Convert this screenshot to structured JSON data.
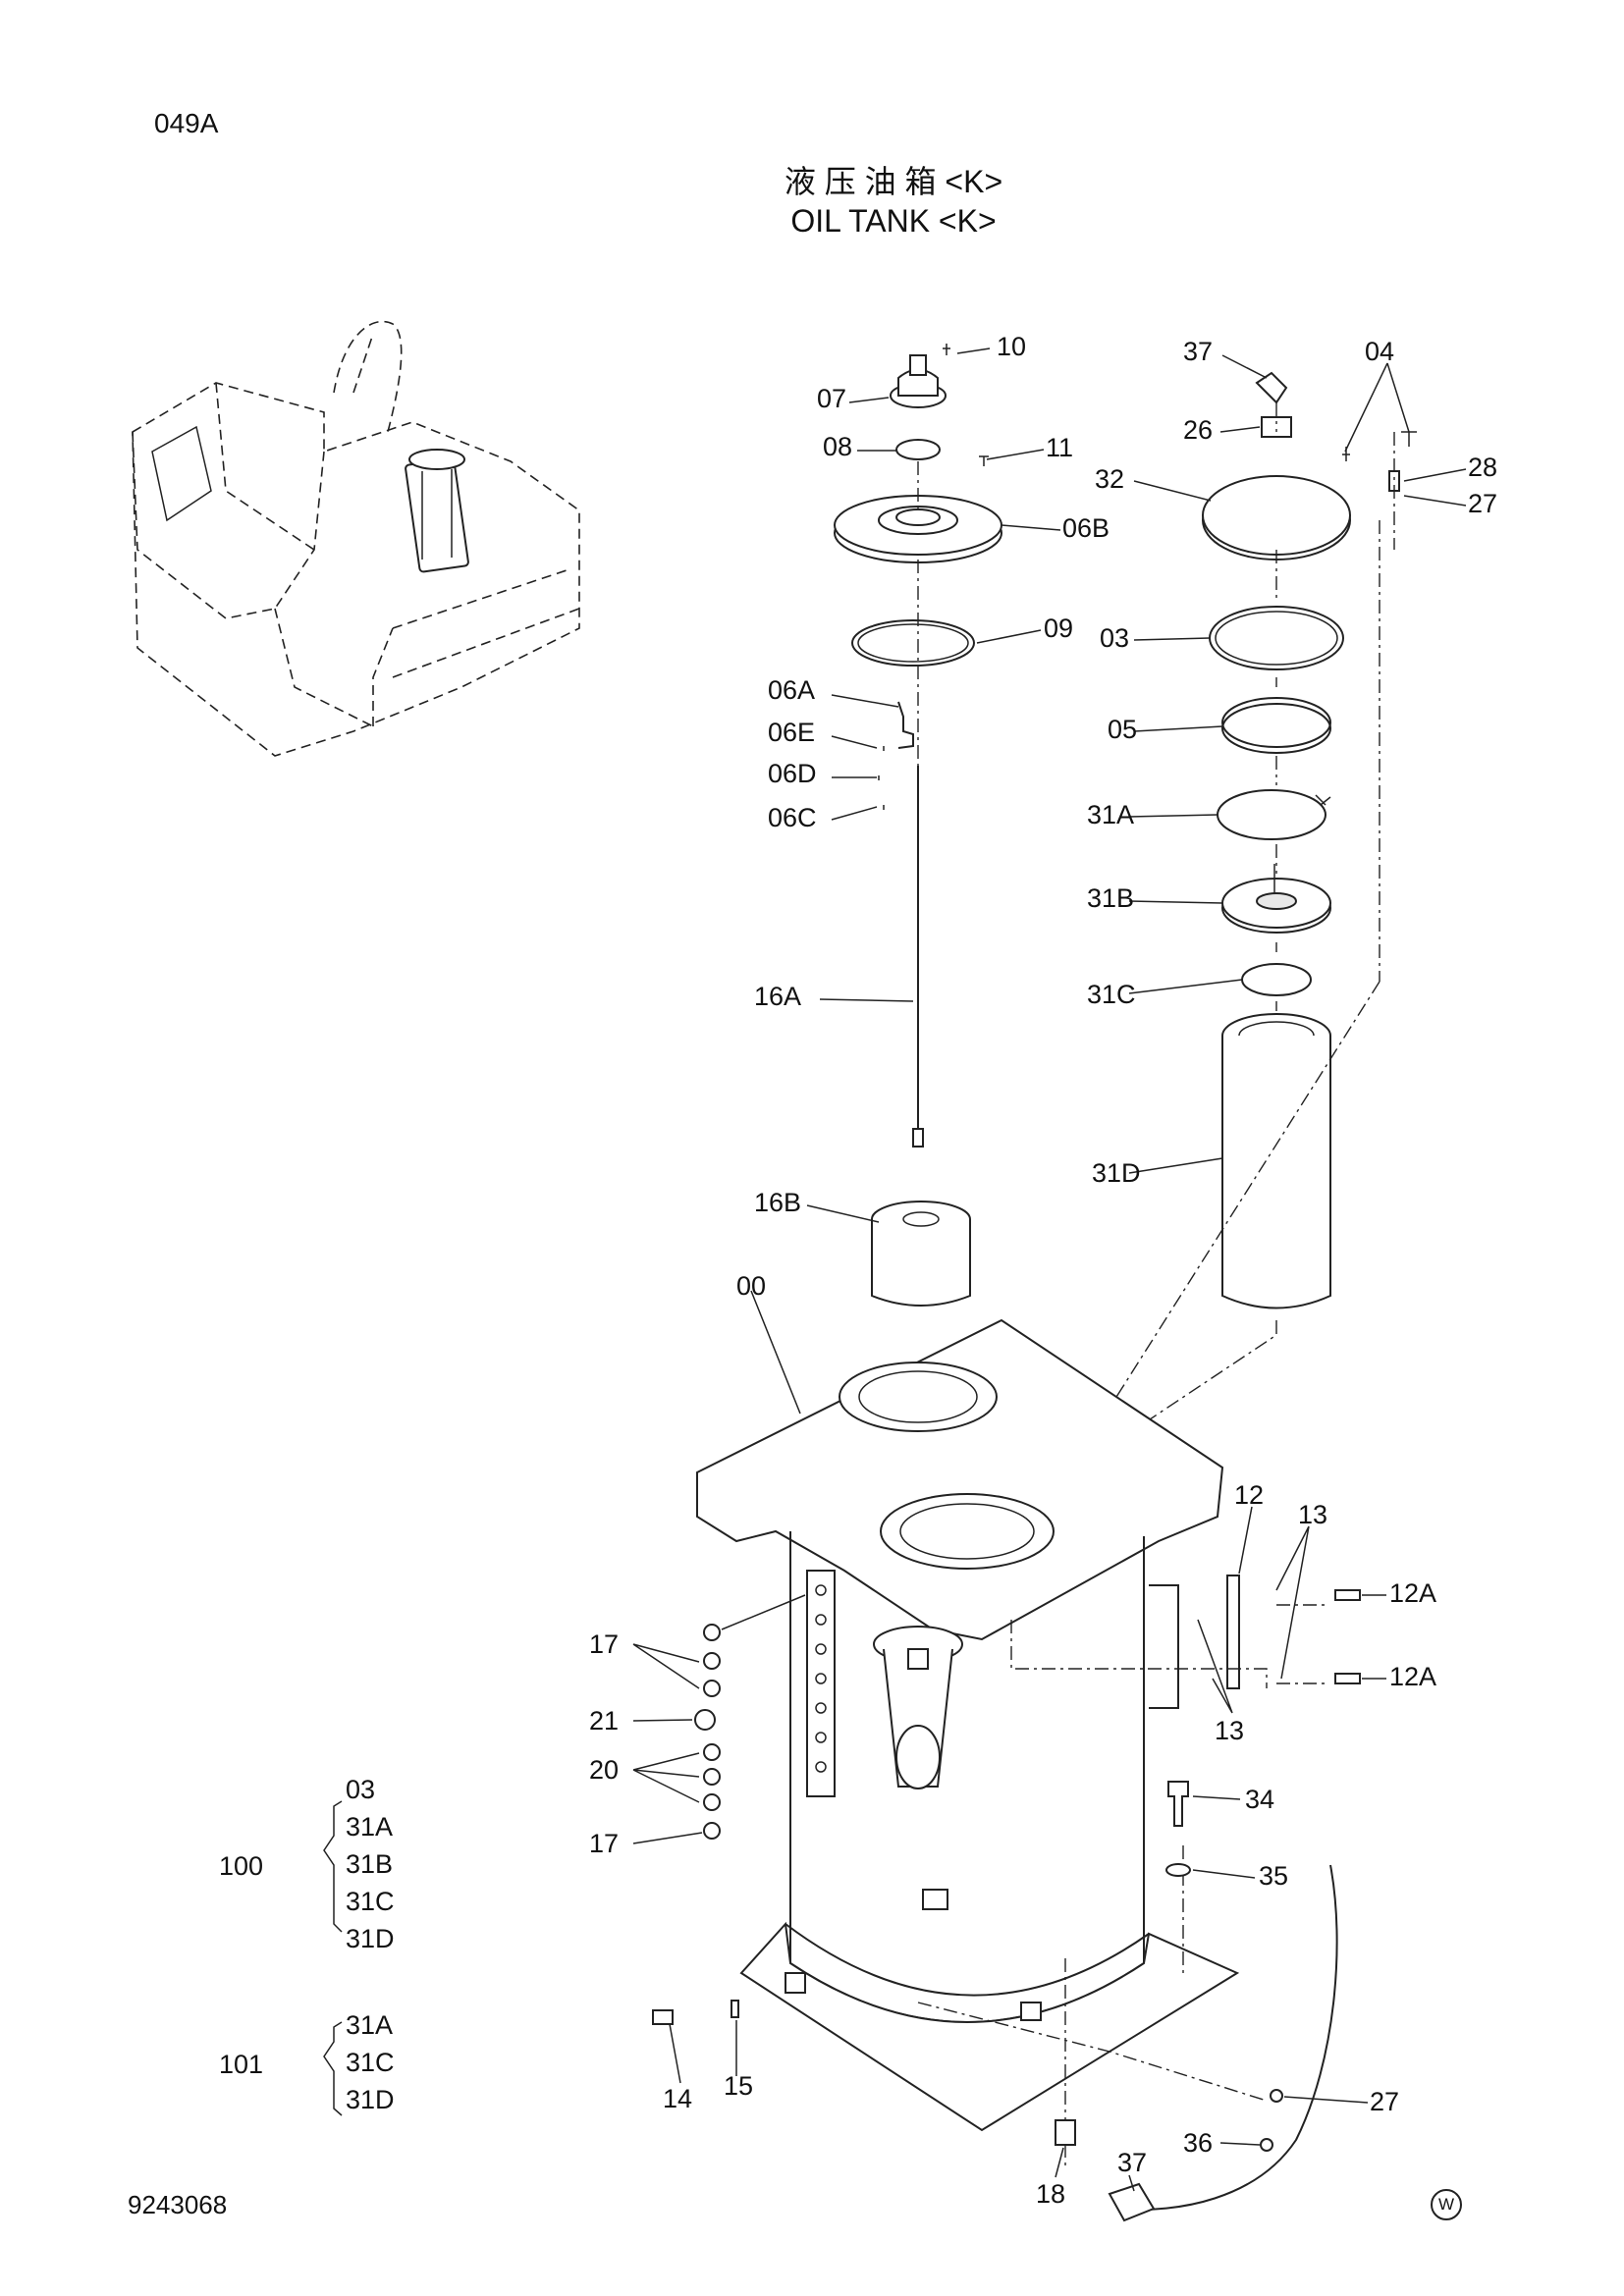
{
  "page_id": "049A",
  "title_cn": "液 压 油 箱 <K>",
  "title_en": "OIL TANK <K>",
  "drawing_number": "9243068",
  "mark": "W",
  "callouts": [
    "10",
    "07",
    "08",
    "11",
    "06B",
    "09",
    "06A",
    "06E",
    "06D",
    "06C",
    "16A",
    "16B",
    "00",
    "37",
    "04",
    "26",
    "28",
    "32",
    "27",
    "03",
    "05",
    "31A",
    "31B",
    "31C",
    "31D",
    "12",
    "13",
    "12A",
    "12A",
    "13",
    "17",
    "21",
    "20",
    "17",
    "34",
    "35",
    "14",
    "15",
    "18",
    "37",
    "36",
    "27"
  ],
  "kits": [
    {
      "number": "100",
      "items": [
        "03",
        "31A",
        "31B",
        "31C",
        "31D"
      ]
    },
    {
      "number": "101",
      "items": [
        "31A",
        "31C",
        "31D"
      ]
    }
  ]
}
